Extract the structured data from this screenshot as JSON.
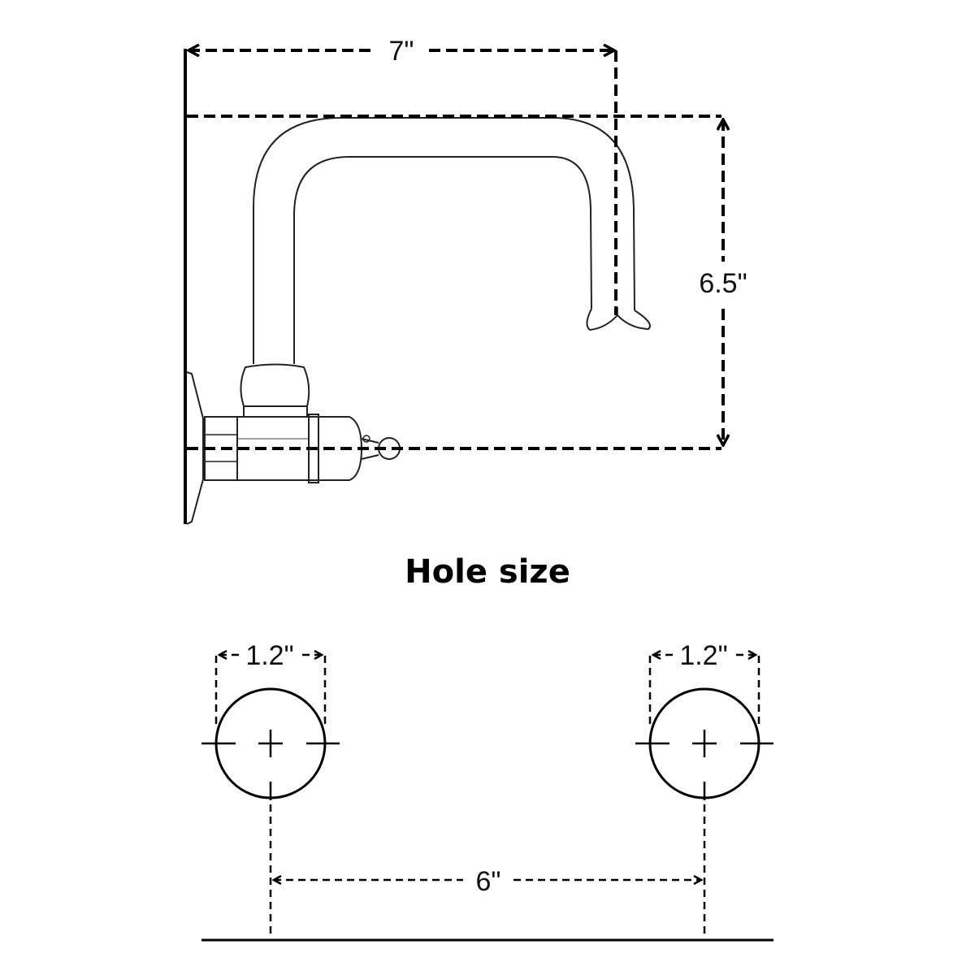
{
  "faucet_dimensions": {
    "width_label": "7\"",
    "height_label": "6.5\""
  },
  "hole_section": {
    "title": "Hole size",
    "left_hole_label": "1.2\"",
    "right_hole_label": "1.2\"",
    "spacing_label": "6\""
  }
}
